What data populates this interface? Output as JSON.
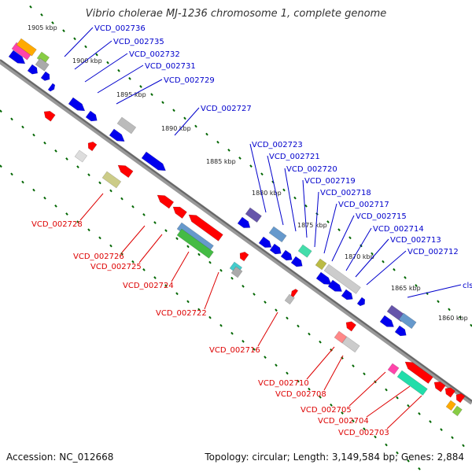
{
  "title": "Vibrio cholerae MJ-1236 chromosome 1, complete genome",
  "footer": {
    "accession": "Accession: NC_012668",
    "stats": "Topology: circular; Length: 3,149,584 bp; Genes: 2,884"
  },
  "scale_labels": [
    "1905 kbp",
    "1900 kbp",
    "1895 kbp",
    "1890 kbp",
    "1885 kbp",
    "1880 kbp",
    "1875 kbp",
    "1870 kbp",
    "1865 kbp",
    "1860 kbp"
  ],
  "colors": {
    "forward_label": "#0000cc",
    "reverse_label": "#dd0000",
    "forward_gene": "#0000ee",
    "reverse_gene": "#ff0000",
    "tick": "#006600",
    "backbone": "#888888"
  },
  "forward_labels": [
    "VCD_002736",
    "VCD_002735",
    "VCD_002732",
    "VCD_002731",
    "VCD_002729",
    "VCD_002727",
    "VCD_002723",
    "VCD_002721",
    "VCD_002720",
    "VCD_002719",
    "VCD_002718",
    "VCD_002717",
    "VCD_002715",
    "VCD_002714",
    "VCD_002713",
    "VCD_002712",
    "cls"
  ],
  "reverse_labels": [
    "VCD_002728",
    "VCD_002726",
    "VCD_002725",
    "VCD_002724",
    "VCD_002722",
    "VCD_002716",
    "VCD_002710",
    "VCD_002708",
    "VCD_002705",
    "VCD_002704",
    "VCD_002703"
  ]
}
